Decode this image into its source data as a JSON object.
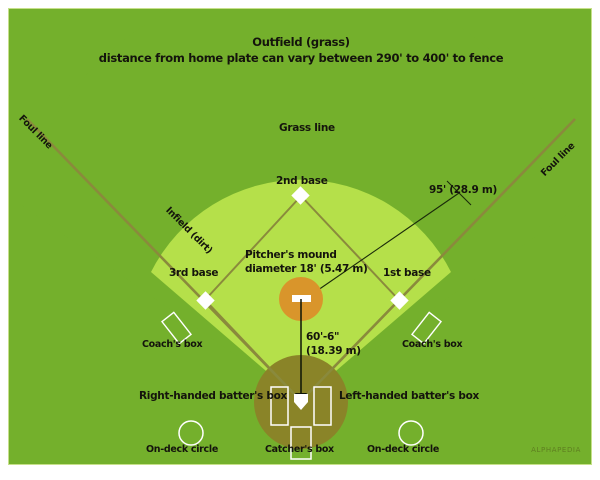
{
  "diagram": {
    "title_line1": "Outfield (grass)",
    "title_line2": "distance from home plate can vary between 290' to 400' to fence",
    "watermark": "ALPHAPEDIA",
    "colors": {
      "outfield_grass": "#74b02c",
      "infield_dirt": "#b5e04a",
      "home_plate_dirt": "#8a8428",
      "pitchers_mound_dirt": "#d9952b",
      "foul_line": "#8a8a3c",
      "base_white": "#ffffff",
      "text": "#14140c",
      "border": "#c6e08a",
      "page_background": "#ffffff"
    },
    "labels": {
      "foul_line_left": "Foul line",
      "foul_line_right": "Foul line",
      "grass_line": "Grass line",
      "infield_dirt": "Infield (dirt)",
      "second_base": "2nd base",
      "third_base": "3rd base",
      "first_base": "1st base",
      "pitchers_mound_line1": "Pitcher's mound",
      "pitchers_mound_line2": "diameter 18' (5.47 m)",
      "arc_radius": "95' (28.9 m)",
      "pitch_distance_line1": "60'-6\"",
      "pitch_distance_line2": "(18.39 m)",
      "coachs_box_left": "Coach's box",
      "coachs_box_right": "Coach's box",
      "right_handed_batters_box": "Right-handed batter's box",
      "left_handed_batters_box": "Left-handed batter's box",
      "on_deck_circle_left": "On-deck circle",
      "on_deck_circle_right": "On-deck circle",
      "catchers_box": "Catcher's box"
    },
    "measurements": {
      "outfield_fence_min": "290'",
      "outfield_fence_max": "400'",
      "mound_diameter_ft": "18'",
      "mound_diameter_m": "5.47 m",
      "infield_arc_ft": "95'",
      "infield_arc_m": "28.9 m",
      "pitch_distance_ft": "60'-6\"",
      "pitch_distance_m": "18.39 m"
    }
  }
}
